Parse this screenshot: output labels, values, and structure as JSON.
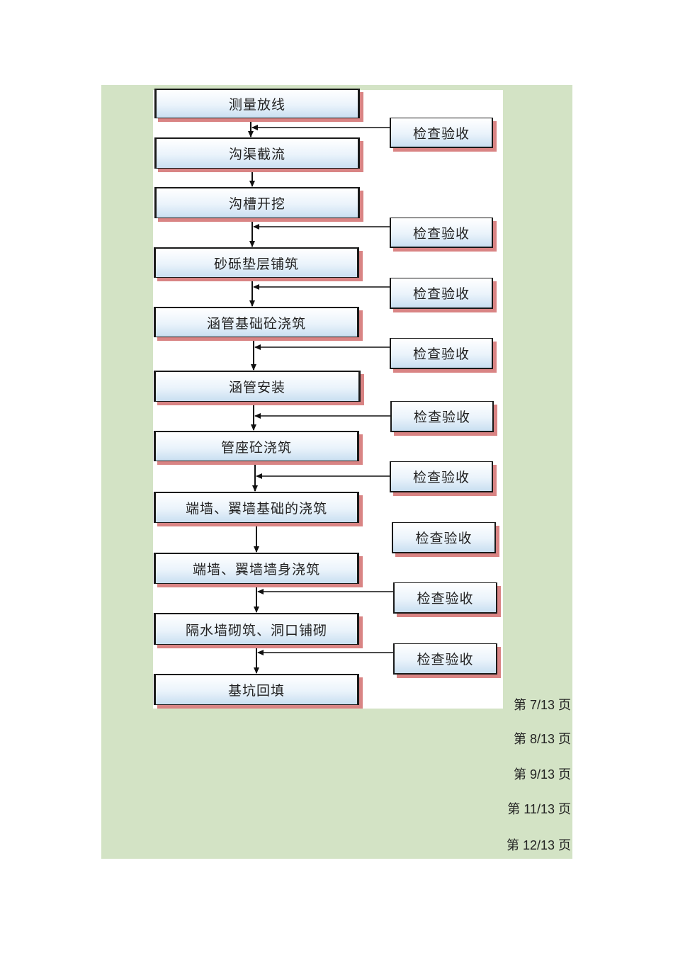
{
  "flowchart": {
    "steps": [
      "测量放线",
      "沟渠截流",
      "沟槽开挖",
      "砂砾垫层铺筑",
      "涵管基础砼浇筑",
      "涵管安装",
      "管座砼浇筑",
      "端墙、翼墙基础的浇筑",
      "端墙、翼墙墙身浇筑",
      "隔水墙砌筑、洞口铺砌",
      "基坑回填"
    ],
    "checks": [
      "检查验收",
      "检查验收",
      "检查验收",
      "检查验收",
      "检查验收",
      "检查验收",
      "检查验收",
      "检查验收",
      "检查验收"
    ]
  },
  "pagination": {
    "labels": [
      "第 7/13 页",
      "第 8/13 页",
      "第 9/13 页",
      "第 11/13 页",
      "第 12/13 页"
    ]
  },
  "colors": {
    "panel_background": "#d3e3c5",
    "box_shadow": "#d98484",
    "box_gradient_bottom": "#c9dff1"
  }
}
